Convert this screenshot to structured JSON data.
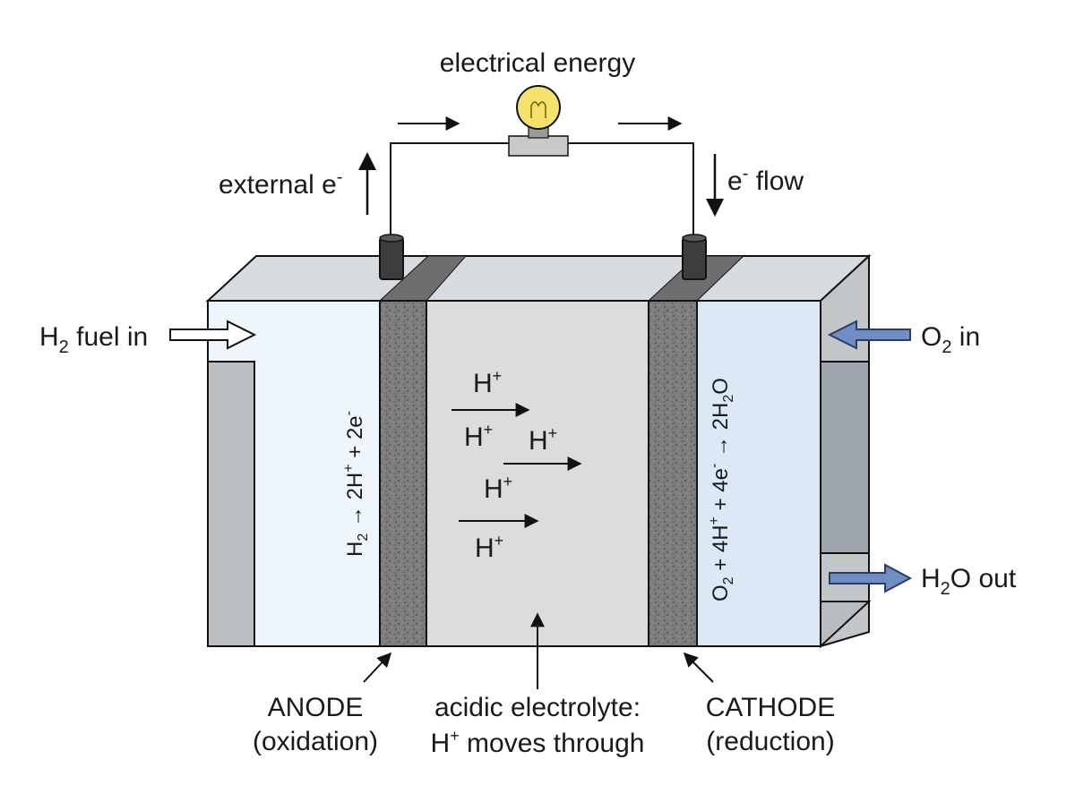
{
  "labels": {
    "electrical_energy": "electrical energy",
    "external_e": "external e",
    "external_e_sup": "-",
    "e_flow_sup": "-",
    "e_flow": " flow",
    "h2_prefix": "H",
    "h2_sub": "2",
    "h2_fuel_in": " fuel in",
    "o2_prefix": "O",
    "o2_sub": "2",
    "o2_in": " in",
    "h2o_prefix": "H",
    "h2o_sub": "2",
    "h2o_out": "O out",
    "anode": "ANODE",
    "anode_sub": "(oxidation)",
    "electrolyte_line1": "acidic electrolyte:",
    "electrolyte_line2_h": "H",
    "electrolyte_line2_sup": "+",
    "electrolyte_line2_rest": " moves through",
    "cathode": "CATHODE",
    "cathode_sub": "(reduction)"
  },
  "protons": [
    {
      "base": "H",
      "sup": "+"
    },
    {
      "base": "H",
      "sup": "+"
    },
    {
      "base": "H",
      "sup": "+"
    },
    {
      "base": "H",
      "sup": "+"
    },
    {
      "base": "H",
      "sup": "+"
    }
  ],
  "anode_reaction": {
    "p1": "H",
    "s1": "2",
    "p2": " → 2H",
    "sup1": "+",
    "p3": " + 2e",
    "sup2": "-"
  },
  "cathode_reaction": {
    "p1": "O",
    "s1": "2",
    "p2": " + 4H",
    "sup1": "+",
    "p3": " + 4e",
    "sup2": "-",
    "p4": " → 2H",
    "s2": "2",
    "p5": "O"
  },
  "colors": {
    "anode_chamber": "#eef5fb",
    "cathode_chamber": "#dbe9f7",
    "electrolyte": "#dcdcdc",
    "electrode": "#7a7a7a",
    "o2_arrow": "#6f8fc4",
    "h2o_arrow": "#6f8fc4",
    "bulb": "#f4e36b"
  },
  "icons": [
    "lightbulb-icon",
    "terminal-icon"
  ]
}
